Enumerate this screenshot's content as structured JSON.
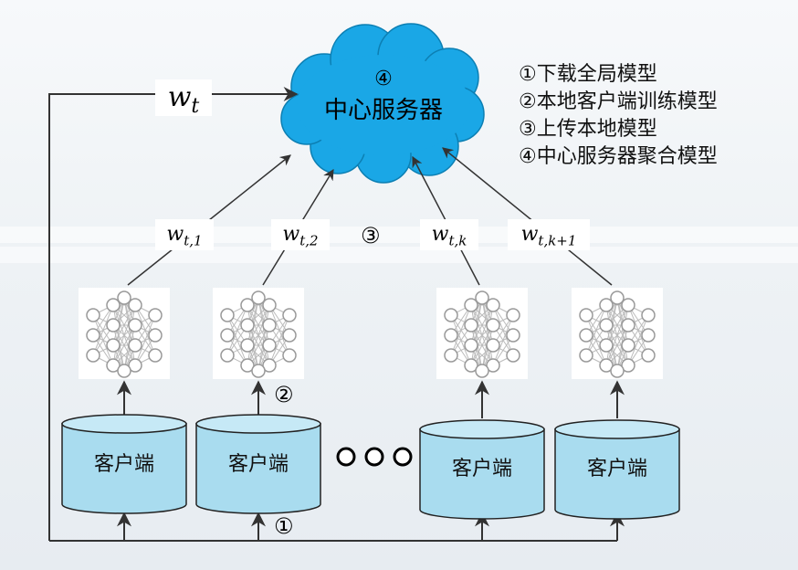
{
  "legend": [
    "①下载全局模型",
    "②本地客户端训练模型",
    "③上传本地模型",
    "④中心服务器聚合模型"
  ],
  "server": {
    "marker": "④",
    "label": "中心服务器"
  },
  "global_weight": {
    "base": "w",
    "sub": "t"
  },
  "local_weights": [
    {
      "base": "w",
      "sub": "t,1"
    },
    {
      "base": "w",
      "sub": "t,2"
    },
    {
      "base": "w",
      "sub": "t,k"
    },
    {
      "base": "w",
      "sub": "t,k+1"
    }
  ],
  "markers": {
    "upload": "③",
    "train": "②",
    "download": "①"
  },
  "clients": [
    "客户端",
    "客户端",
    "客户端",
    "客户端"
  ],
  "colors": {
    "cylinder": "#a9dcef",
    "cylinder_top": "#c6e9f6",
    "line": "#333333",
    "node_stroke": "#999999"
  }
}
